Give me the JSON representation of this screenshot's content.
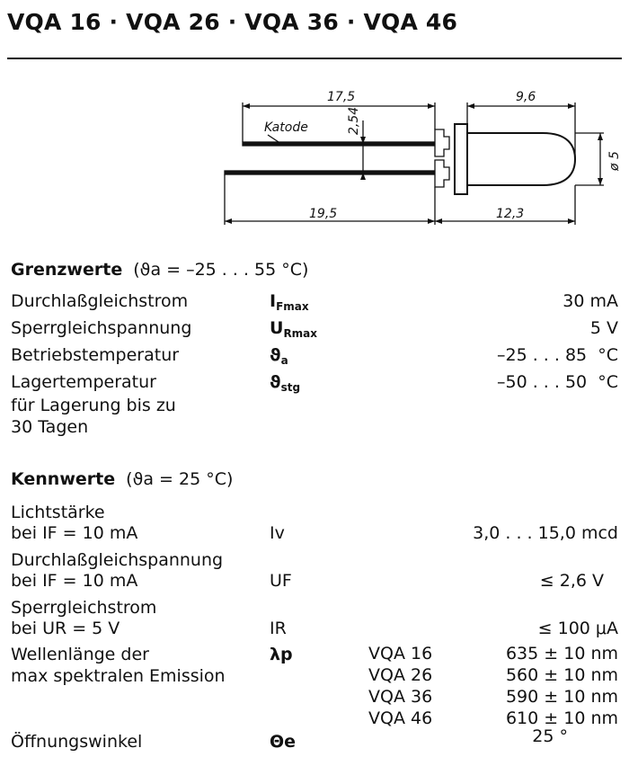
{
  "title": "VQA 16 · VQA 26 · VQA 36 · VQA 46",
  "drawing": {
    "dim_top_left": "17,5",
    "dim_top_right": "9,6",
    "label_katode": "Katode",
    "dim_pitch": "2,54",
    "dim_diameter": "ø 5",
    "dim_bottom_left": "19,5",
    "dim_bottom_right": "12,3"
  },
  "grenzwerte": {
    "heading": "Grenzwerte",
    "condition": "(ϑa = –25 . . . 55 °C)",
    "rows": [
      {
        "label": "Durchlaßgleichstrom",
        "sym": "I",
        "sub": "Fmax",
        "value": "30 mA"
      },
      {
        "label": "Sperrgleichspannung",
        "sym": "U",
        "sub": "Rmax",
        "value": "5 V"
      },
      {
        "label": "Betriebstemperatur",
        "sym": "ϑ",
        "sub": "a",
        "value": "–25 . . . 85  °C"
      },
      {
        "label": "Lagertemperatur",
        "sym": "ϑ",
        "sub": "stg",
        "value": "–50 . . . 50  °C"
      }
    ],
    "lager_extra_1": "für Lagerung bis zu",
    "lager_extra_2": "30 Tagen"
  },
  "kennwerte": {
    "heading": "Kennwerte",
    "condition": "(ϑa = 25 °C)",
    "licht_1": "Lichtstärke",
    "licht_2": "bei IF = 10 mA",
    "licht_sym": "Iv",
    "licht_val": "3,0 . . . 15,0 mcd",
    "durch_1": "Durchlaßgleichspannung",
    "durch_2": "bei IF = 10 mA",
    "durch_sym": "UF",
    "durch_val": "≤ 2,6 V",
    "sperr_1": "Sperrgleichstrom",
    "sperr_2": "bei UR = 5 V",
    "sperr_sym": "IR",
    "sperr_val": "≤ 100 μA",
    "wl_1": "Wellenlänge der",
    "wl_2": "max spektralen Emission",
    "wl_sym": "λp",
    "wl_types": [
      {
        "type": "VQA 16",
        "value": "635 ± 10 nm"
      },
      {
        "type": "VQA 26",
        "value": "560 ± 10 nm"
      },
      {
        "type": "VQA 36",
        "value": "590 ± 10 nm"
      },
      {
        "type": "VQA 46",
        "value": "610 ± 10 nm"
      }
    ],
    "oeff_label": "Öffnungswinkel",
    "oeff_sym": "Θe",
    "oeff_val": "25 °"
  }
}
